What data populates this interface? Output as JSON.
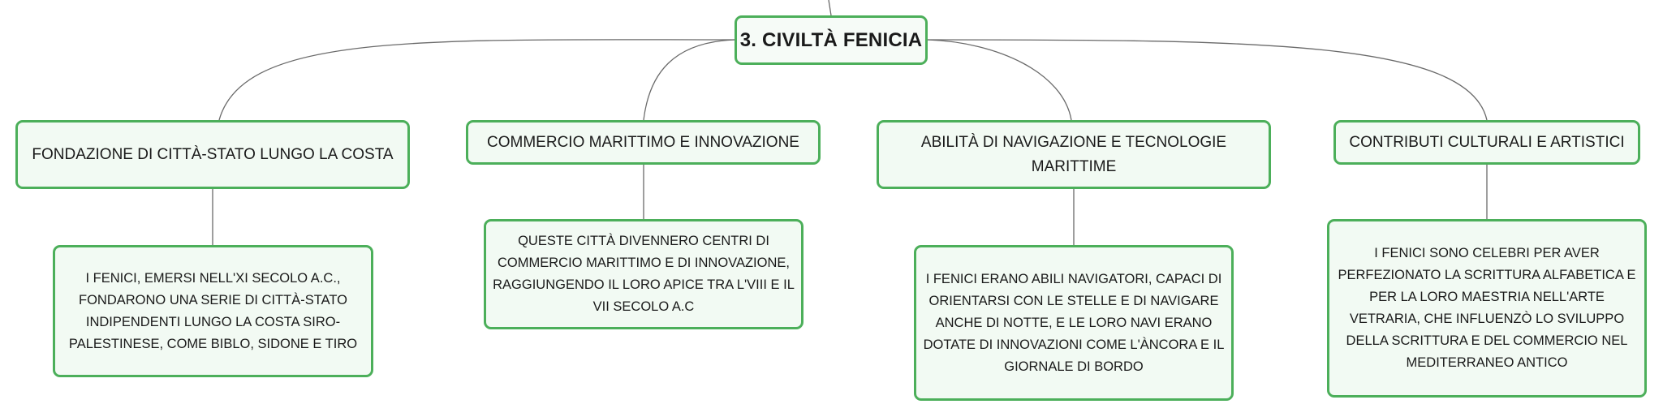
{
  "root": {
    "label": "3. CIVILTÀ FENICIA"
  },
  "branches": [
    {
      "topic": "FONDAZIONE DI CITTÀ-STATO LUNGO LA COSTA",
      "detail": "I FENICI, EMERSI NELL'XI SECOLO A.C., FONDARONO UNA SERIE DI CITTÀ-STATO INDIPENDENTI LUNGO LA COSTA SIRO-PALESTINESE, COME BIBLO, SIDONE E TIRO"
    },
    {
      "topic": "COMMERCIO MARITTIMO E INNOVAZIONE",
      "detail": "QUESTE CITTÀ DIVENNERO CENTRI DI COMMERCIO MARITTIMO E DI INNOVAZIONE, RAGGIUNGENDO IL LORO APICE TRA L'VIII E IL VII SECOLO A.C"
    },
    {
      "topic": "ABILITÀ DI NAVIGAZIONE E TECNOLOGIE MARITTIME",
      "detail": "I FENICI ERANO ABILI NAVIGATORI, CAPACI DI ORIENTARSI CON LE STELLE E DI NAVIGARE ANCHE DI NOTTE, E LE LORO NAVI ERANO DOTATE DI INNOVAZIONI COME L'ÀNCORA E IL GIORNALE DI BORDO"
    },
    {
      "topic": "CONTRIBUTI CULTURALI E ARTISTICI",
      "detail": "I FENICI SONO CELEBRI PER AVER PERFEZIONATO LA SCRITTURA ALFABETICA E PER LA LORO MAESTRIA NELL'ARTE VETRARIA, CHE INFLUENZÒ LO SVILUPPO DELLA SCRITTURA E DEL COMMERCIO NEL MEDITERRANEO ANTICO"
    }
  ],
  "colors": {
    "node_border": "#4caf5a",
    "node_fill": "#f2faf3",
    "connector": "#6a6a6a"
  }
}
